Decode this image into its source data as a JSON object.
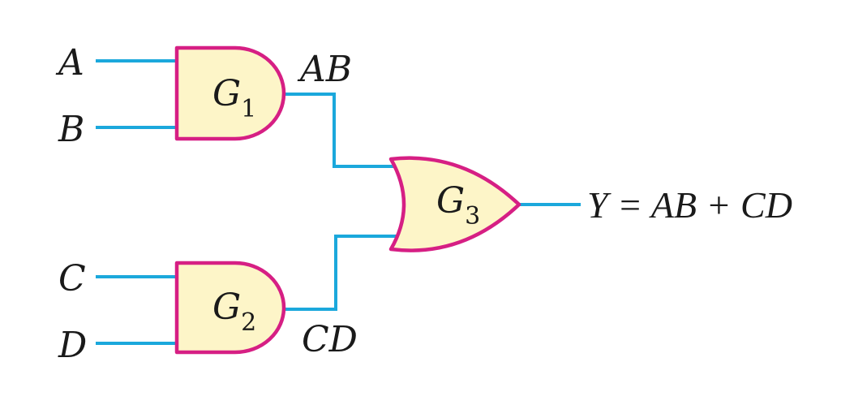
{
  "inputs": {
    "a": "A",
    "b": "B",
    "c": "C",
    "d": "D"
  },
  "gates": {
    "g1": {
      "letter": "G",
      "sub": "1",
      "type": "AND"
    },
    "g2": {
      "letter": "G",
      "sub": "2",
      "type": "AND"
    },
    "g3": {
      "letter": "G",
      "sub": "3",
      "type": "OR"
    }
  },
  "intermediate": {
    "ab": "AB",
    "cd": "CD"
  },
  "output": {
    "expression": "Y = AB + CD"
  },
  "colors": {
    "wire": "#1ba8dc",
    "gate_outline": "#d61f84",
    "gate_fill": "#fdf5c8",
    "text": "#1a1a1a"
  }
}
